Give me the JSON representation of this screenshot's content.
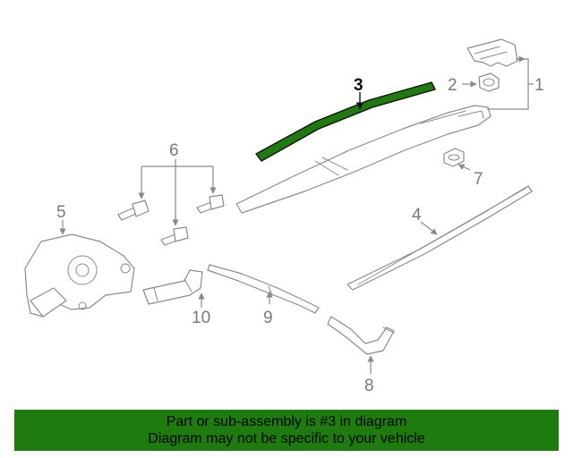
{
  "diagram": {
    "callouts": {
      "c1": "1",
      "c2": "2",
      "c3": "3",
      "c4": "4",
      "c5": "5",
      "c6": "6",
      "c7": "7",
      "c8": "8",
      "c9": "9",
      "c10": "10"
    },
    "highlight_part": "3",
    "colors": {
      "highlight_fill": "#1e7b0d",
      "line": "#8a8a8a",
      "banner_bg": "#1e7b0d"
    }
  },
  "banner": {
    "line1": "Part or sub-assembly is #3 in diagram",
    "line2": "Diagram may not be specific to your vehicle"
  }
}
